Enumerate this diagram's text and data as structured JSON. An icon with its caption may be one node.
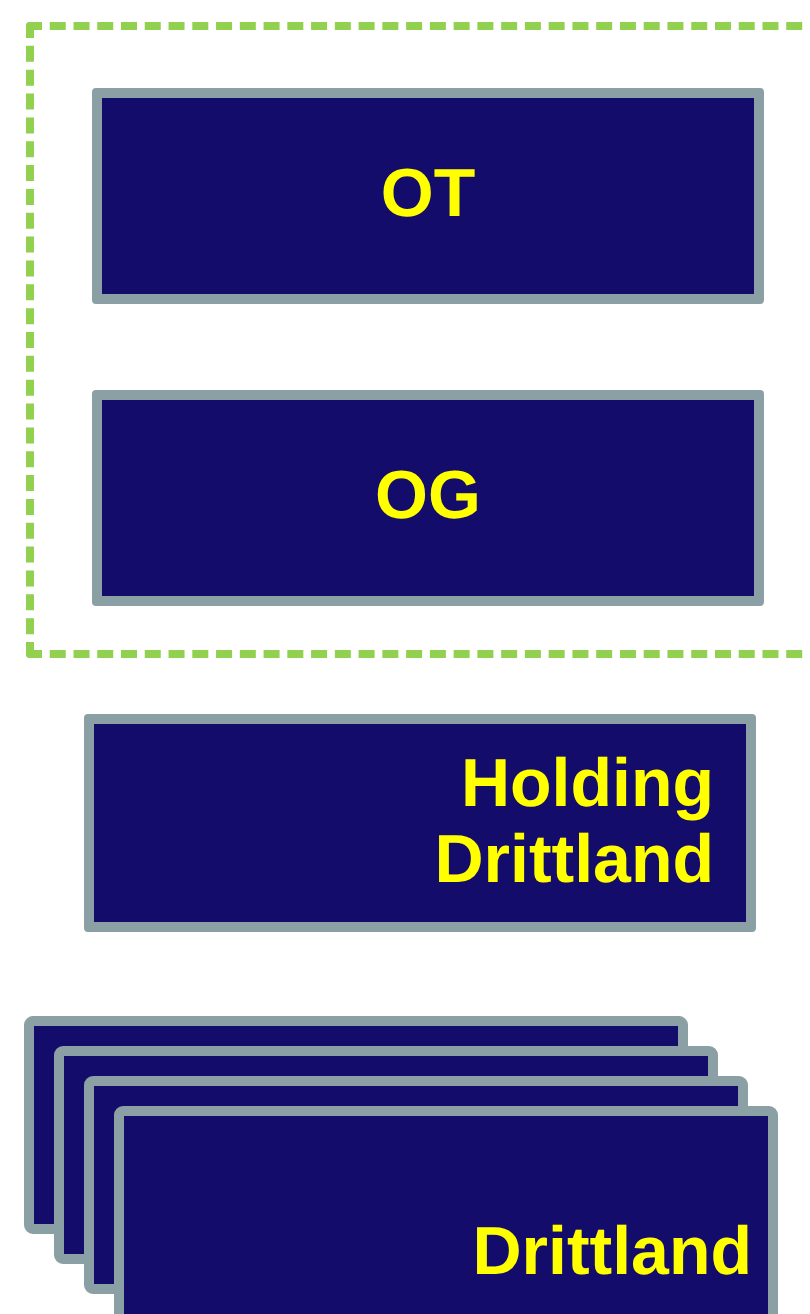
{
  "diagram": {
    "nodes": [
      {
        "text": [],
        "shape": "box"
      },
      {
        "text": [
          "OT"
        ],
        "in": 0
      },
      {
        "text": [
          "OG"
        ],
        "in": 0
      },
      {
        "text": [
          "Holding Drittland"
        ]
      },
      {
        "text": [
          "Drittland"
        ]
      }
    ]
  }
}
